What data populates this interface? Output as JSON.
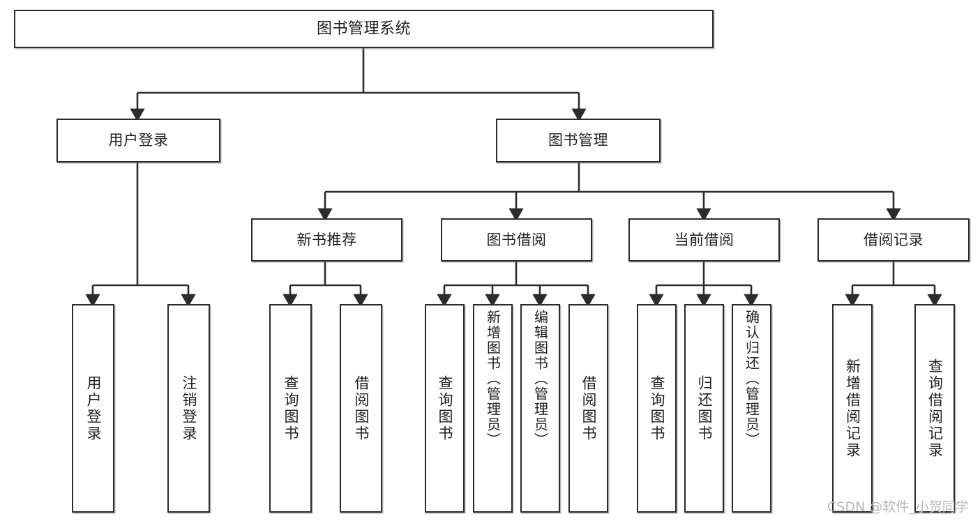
{
  "diagram": {
    "type": "tree-hierarchy",
    "title": "图书管理系统",
    "orientation": "top-down",
    "colors": {
      "background": "#ffffff",
      "box_border": "#2b2b2b",
      "box_fill": "#ffffff",
      "text": "#1f1f1f",
      "connector": "#2b2b2b",
      "watermark": "#b8b8b8"
    },
    "watermark": "CSDN @软件_小贺同学"
  },
  "nodes": {
    "root": {
      "label": "图书管理系统"
    },
    "level2": [
      {
        "label": "用户登录"
      },
      {
        "label": "图书管理"
      }
    ],
    "level3": [
      {
        "label": "新书推荐"
      },
      {
        "label": "图书借阅"
      },
      {
        "label": "当前借阅"
      },
      {
        "label": "借阅记录"
      }
    ],
    "leaves": {
      "user_login": [
        {
          "label": "用户登录"
        },
        {
          "label": "注销登录"
        }
      ],
      "new_book": [
        {
          "label": "查询图书"
        },
        {
          "label": "借阅图书"
        }
      ],
      "book_borrow": [
        {
          "label": "查询图书"
        },
        {
          "label": "新增图书（管理员）"
        },
        {
          "label": "编辑图书（管理员）"
        },
        {
          "label": "借阅图书"
        }
      ],
      "current_borrow": [
        {
          "label": "查询图书"
        },
        {
          "label": "归还图书"
        },
        {
          "label": "确认归还（管理员）"
        }
      ],
      "borrow_record": [
        {
          "label": "新增借阅记录"
        },
        {
          "label": "查询借阅记录"
        }
      ]
    }
  }
}
